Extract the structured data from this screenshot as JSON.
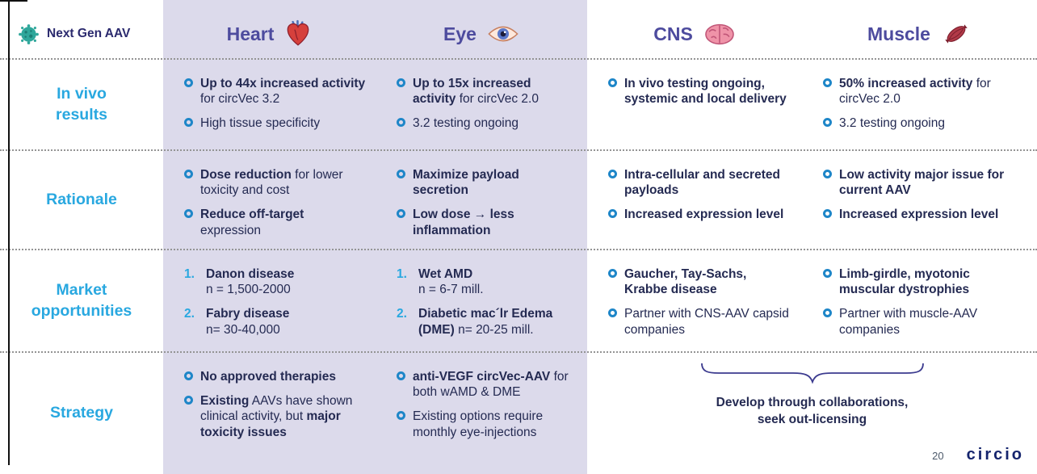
{
  "brand": {
    "title": "Next Gen AAV"
  },
  "footer": {
    "page_number": "20",
    "logo": "circio"
  },
  "columns": [
    {
      "label": "Heart"
    },
    {
      "label": "Eye"
    },
    {
      "label": "CNS"
    },
    {
      "label": "Muscle"
    }
  ],
  "rows": {
    "invivo": {
      "label": "In vivo\nresults"
    },
    "rationale": {
      "label": "Rationale"
    },
    "market": {
      "label": "Market\nopportunities"
    },
    "strategy": {
      "label": "Strategy"
    }
  },
  "cells": {
    "invivo": {
      "heart": [
        {
          "segments": [
            {
              "t": "Up to 44x increased activity",
              "b": true
            },
            {
              "t": " for circVec 3.2",
              "b": false
            }
          ]
        },
        {
          "segments": [
            {
              "t": "High tissue specificity",
              "b": false
            }
          ]
        }
      ],
      "eye": [
        {
          "segments": [
            {
              "t": "Up to 15x increased activity",
              "b": true
            },
            {
              "t": " for circVec 2.0",
              "b": false
            }
          ]
        },
        {
          "segments": [
            {
              "t": "3.2 testing ongoing",
              "b": false
            }
          ]
        }
      ],
      "cns": [
        {
          "segments": [
            {
              "t": "In vivo testing ongoing, systemic and local delivery",
              "b": true
            }
          ]
        }
      ],
      "muscle": [
        {
          "segments": [
            {
              "t": "50% increased activity",
              "b": true
            },
            {
              "t": " for circVec 2.0",
              "b": false
            }
          ]
        },
        {
          "segments": [
            {
              "t": "3.2 testing ongoing",
              "b": false
            }
          ]
        }
      ]
    },
    "rationale": {
      "heart": [
        {
          "segments": [
            {
              "t": "Dose reduction",
              "b": true
            },
            {
              "t": " for lower toxicity and cost",
              "b": false
            }
          ]
        },
        {
          "segments": [
            {
              "t": "Reduce off-target",
              "b": true
            },
            {
              "t": " expression",
              "b": false
            }
          ]
        }
      ],
      "eye": [
        {
          "segments": [
            {
              "t": "Maximize payload secretion",
              "b": true
            }
          ]
        },
        {
          "segments": [
            {
              "t": "Low dose → less inflammation",
              "b": true
            }
          ]
        }
      ],
      "cns": [
        {
          "segments": [
            {
              "t": "Intra-cellular and secreted payloads",
              "b": true
            }
          ]
        },
        {
          "segments": [
            {
              "t": "Increased expression level",
              "b": true
            }
          ]
        }
      ],
      "muscle": [
        {
          "segments": [
            {
              "t": "Low activity major issue for current AAV",
              "b": true
            }
          ]
        },
        {
          "segments": [
            {
              "t": "Increased expression level",
              "b": true
            }
          ]
        }
      ]
    },
    "market": {
      "heart": [
        {
          "num": "1.",
          "segments": [
            {
              "t": "Danon disease",
              "b": true
            },
            {
              "t": "\nn = 1,500-2000",
              "b": false
            }
          ]
        },
        {
          "num": "2.",
          "segments": [
            {
              "t": "Fabry disease",
              "b": true
            },
            {
              "t": "\nn= 30-40,000",
              "b": false
            }
          ]
        }
      ],
      "eye": [
        {
          "num": "1.",
          "segments": [
            {
              "t": "Wet AMD",
              "b": true
            },
            {
              "t": "\nn = 6-7 mill.",
              "b": false
            }
          ]
        },
        {
          "num": "2.",
          "segments": [
            {
              "t": "Diabetic mac´lr Edema (DME)",
              "b": true
            },
            {
              "t": " n= 20-25 mill.",
              "b": false
            }
          ]
        }
      ],
      "cns": [
        {
          "segments": [
            {
              "t": "Gaucher, Tay-Sachs, Krabbe disease",
              "b": true
            }
          ]
        },
        {
          "segments": [
            {
              "t": "Partner with CNS-AAV capsid companies",
              "b": false
            }
          ]
        }
      ],
      "muscle": [
        {
          "segments": [
            {
              "t": "Limb-girdle, myotonic muscular dystrophies",
              "b": true
            }
          ]
        },
        {
          "segments": [
            {
              "t": "Partner with muscle-AAV companies",
              "b": false
            }
          ]
        }
      ]
    },
    "strategy": {
      "heart": [
        {
          "segments": [
            {
              "t": "No approved therapies",
              "b": true
            }
          ]
        },
        {
          "segments": [
            {
              "t": "Existing",
              "b": true
            },
            {
              "t": " AAVs have shown clinical activity, but ",
              "b": false
            },
            {
              "t": "major toxicity issues",
              "b": true
            }
          ]
        }
      ],
      "eye": [
        {
          "segments": [
            {
              "t": "anti-VEGF circVec-AAV",
              "b": true
            },
            {
              "t": " for both wAMD & DME",
              "b": false
            }
          ]
        },
        {
          "segments": [
            {
              "t": "Existing options require monthly eye-injections",
              "b": false
            }
          ]
        }
      ],
      "merged": {
        "text": "Develop through collaborations,\nseek out-licensing"
      }
    }
  },
  "colors": {
    "accent_cyan": "#29A8E0",
    "header_purple": "#4D4B9E",
    "body_navy": "#242A52",
    "lavender_band": "#DCDAEB",
    "bullet_blue": "#1E86C8"
  }
}
